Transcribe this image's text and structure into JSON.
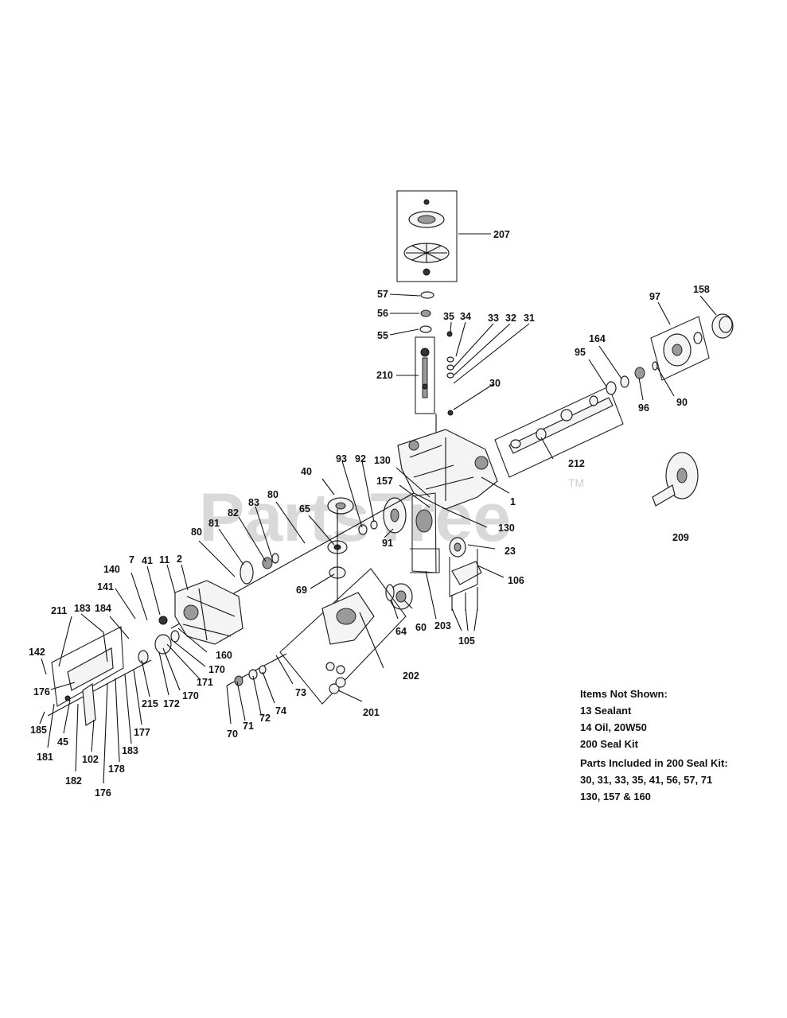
{
  "watermark": {
    "brand": "PartsTree",
    "tm": "TM"
  },
  "callouts": {
    "c1": "1",
    "c2": "2",
    "c7": "7",
    "c11": "11",
    "c23": "23",
    "c30": "30",
    "c31": "31",
    "c32": "32",
    "c33": "33",
    "c34": "34",
    "c35": "35",
    "c40": "40",
    "c41": "41",
    "c45": "45",
    "c55": "55",
    "c56": "56",
    "c57": "57",
    "c60": "60",
    "c64": "64",
    "c65": "65",
    "c69": "69",
    "c70": "70",
    "c71": "71",
    "c72": "72",
    "c73": "73",
    "c74": "74",
    "c80a": "80",
    "c80b": "80",
    "c81": "81",
    "c82": "82",
    "c83": "83",
    "c90": "90",
    "c91": "91",
    "c92": "92",
    "c93": "93",
    "c95": "95",
    "c96": "96",
    "c97": "97",
    "c102": "102",
    "c105": "105",
    "c106": "106",
    "c130a": "130",
    "c130b": "130",
    "c140": "140",
    "c141": "141",
    "c142": "142",
    "c157": "157",
    "c158": "158",
    "c160": "160",
    "c164": "164",
    "c170a": "170",
    "c170b": "170",
    "c171": "171",
    "c172": "172",
    "c176a": "176",
    "c176b": "176",
    "c177": "177",
    "c178": "178",
    "c181": "181",
    "c182": "182",
    "c183a": "183",
    "c183b": "183",
    "c184": "184",
    "c185": "185",
    "c201": "201",
    "c202": "202",
    "c203": "203",
    "c207": "207",
    "c209": "209",
    "c210": "210",
    "c211": "211",
    "c212": "212",
    "c215": "215"
  },
  "notes": {
    "not_shown_title": "Items Not Shown:",
    "not_shown": [
      "13 Sealant",
      "14 Oil, 20W50",
      "200 Seal Kit"
    ],
    "kit_title": "Parts Included in 200 Seal Kit:",
    "kit_lines": [
      "30, 31, 33, 35, 41, 56, 57, 71",
      "130, 157 & 160"
    ]
  }
}
